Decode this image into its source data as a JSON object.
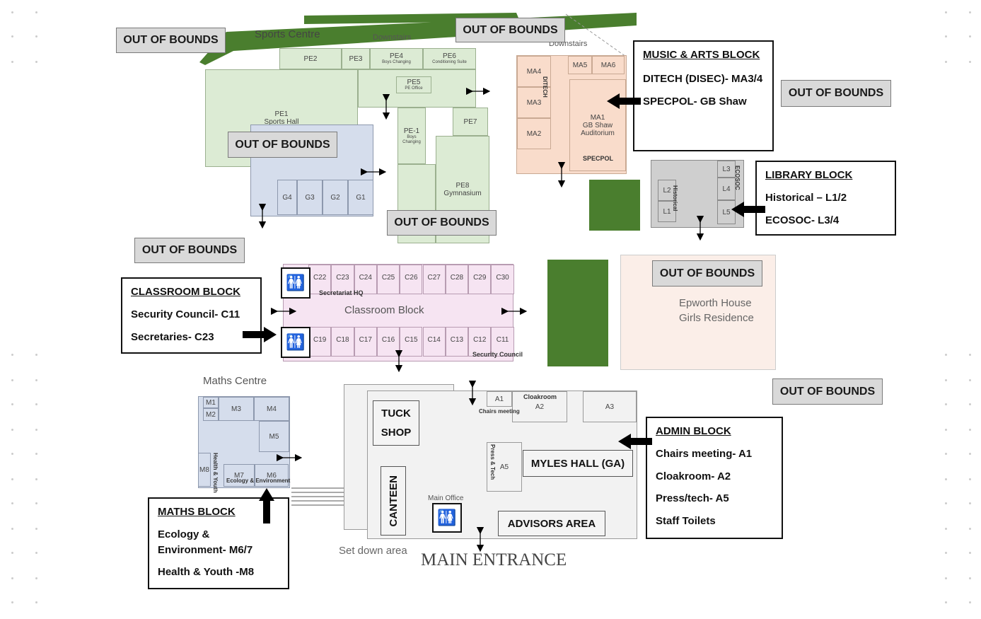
{
  "colors": {
    "green": "#4a7e2e",
    "arrow": "#000000",
    "oob_bg": "#d9d9d9"
  },
  "out_of_bounds": "OUT OF BOUNDS",
  "map_text": {
    "sports_centre": "Sports Centre",
    "downstairs": "Downstairs",
    "downstairs2": "Downstairs",
    "maths_centre": "Maths Centre",
    "set_down_area": "Set down area",
    "main_entrance": "MAIN ENTRANCE",
    "classroom_block": "Classroom Block",
    "epworth": "Epworth House\nGirls Residence",
    "secretariat_hq": "Secretariat HQ",
    "security_council": "Security Council",
    "chairs_meeting": "Chairs meeting",
    "cloakroom": "Cloakroom",
    "main_office": "Main Office",
    "ditech": "DITECH",
    "specpol": "SPECPOL",
    "historical": "Historical",
    "ecosoc": "ECOSOC",
    "health_youth": "Health & Youth",
    "ecology_env": "Ecology & Environment",
    "press_tech": "Press & Tech"
  },
  "rooms": {
    "pe1": "PE1\nSports Hall",
    "pe2": "PE2",
    "pe3": "PE3",
    "pe4": "PE4",
    "pe4_sub": "Boys  Changing",
    "pe6": "PE6",
    "pe6_sub": "Conditioning  Suite",
    "pe5": "PE5",
    "pe5_sub": "PE Office",
    "pe_1": "PE-1",
    "pe_1_sub": "Boys\nChanging",
    "pe7": "PE7",
    "pe8": "PE8\nGymnasium",
    "g4": "G4",
    "g3": "G3",
    "g2": "G2",
    "g1": "G1",
    "ma4": "MA4",
    "ma3": "MA3",
    "ma2": "MA2",
    "ma5": "MA5",
    "ma6": "MA6",
    "ma1": "MA1\nGB Shaw\nAuditorium",
    "l1": "L1",
    "l2": "L2",
    "l3": "L3",
    "l4": "L4",
    "l5": "L5",
    "c_top": [
      "C22",
      "C23",
      "C24",
      "C25",
      "C26",
      "C27",
      "C28",
      "C29",
      "C30"
    ],
    "c_bottom": [
      "C19",
      "C18",
      "C17",
      "C16",
      "C15",
      "C14",
      "C13",
      "C12",
      "C11"
    ],
    "m1": "M1",
    "m2": "M2",
    "m3": "M3",
    "m4": "M4",
    "m5": "M5",
    "m6": "M6",
    "m7": "M7",
    "m8": "M8",
    "a1": "A1",
    "a2": "A2",
    "a3": "A3",
    "a5": "A5"
  },
  "inner_labels": {
    "tuck_shop_1": "TUCK",
    "tuck_shop_2": "SHOP",
    "canteen": "CANTEEN",
    "myles_hall": "MYLES HALL (GA)",
    "advisors_area": "ADVISORS AREA"
  },
  "legend": {
    "music_arts": {
      "heading": "MUSIC & ARTS BLOCK",
      "lines": [
        "DITECH (DISEC)- MA3/4",
        "SPECPOL- GB Shaw"
      ]
    },
    "library": {
      "heading": "LIBRARY BLOCK",
      "lines": [
        "Historical – L1/2",
        "ECOSOC- L3/4"
      ]
    },
    "classroom": {
      "heading": "CLASSROOM BLOCK",
      "lines": [
        "Security Council- C11",
        "Secretaries- C23"
      ]
    },
    "maths": {
      "heading": "MATHS BLOCK",
      "lines": [
        "Ecology & Environment- M6/7",
        "Health & Youth -M8"
      ]
    },
    "admin": {
      "heading": "ADMIN BLOCK",
      "lines": [
        "Chairs meeting- A1",
        "Cloakroom- A2",
        "Press/tech- A5",
        "Staff Toilets"
      ]
    }
  }
}
